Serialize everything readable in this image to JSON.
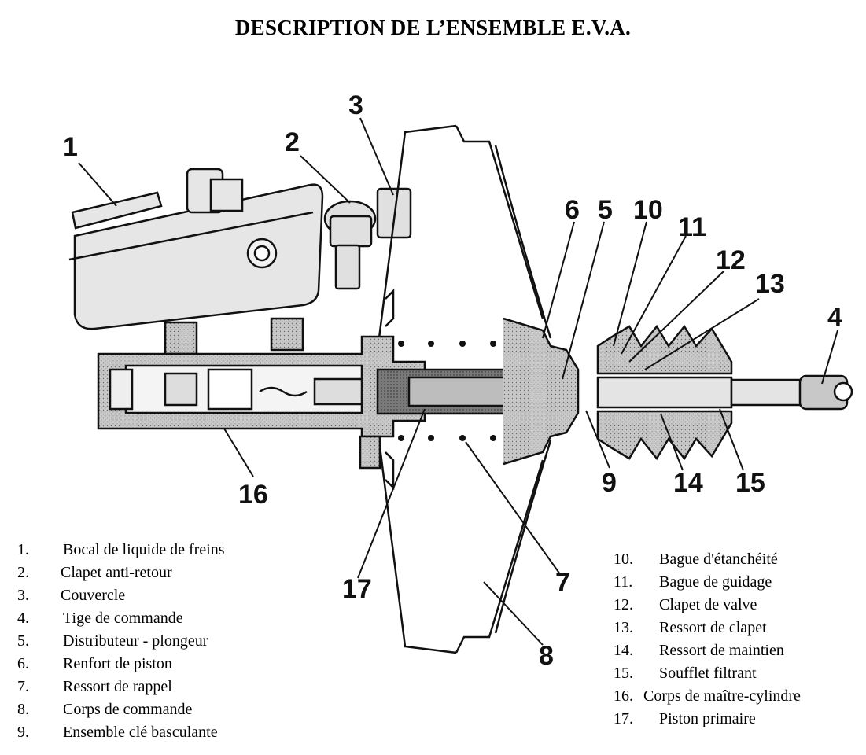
{
  "title": "DESCRIPTION DE L’ENSEMBLE E.V.A.",
  "callouts": [
    "1",
    "2",
    "3",
    "4",
    "5",
    "6",
    "7",
    "8",
    "9",
    "10",
    "11",
    "12",
    "13",
    "14",
    "15",
    "16",
    "17"
  ],
  "legend_left": [
    {
      "num": "1.",
      "text": "Bocal de liquide de freins"
    },
    {
      "num": "2.",
      "text": "Clapet anti-retour"
    },
    {
      "num": "3.",
      "text": "Couvercle"
    },
    {
      "num": "4.",
      "text": "Tige de commande"
    },
    {
      "num": "5.",
      "text": "Distributeur - plongeur"
    },
    {
      "num": "6.",
      "text": "Renfort de piston"
    },
    {
      "num": "7.",
      "text": "Ressort de rappel"
    },
    {
      "num": "8.",
      "text": "Corps de commande"
    },
    {
      "num": "9.",
      "text": "Ensemble clé basculante"
    }
  ],
  "legend_right": [
    {
      "num": "10.",
      "text": "Bague d'étanchéité"
    },
    {
      "num": "11.",
      "text": "Bague de guidage"
    },
    {
      "num": "12.",
      "text": "Clapet de valve"
    },
    {
      "num": "13.",
      "text": "Ressort de clapet"
    },
    {
      "num": "14.",
      "text": "Ressort de maintien"
    },
    {
      "num": "15.",
      "text": "Soufflet filtrant"
    },
    {
      "num": "16.",
      "text": "Corps de maître-cylindre"
    },
    {
      "num": "17.",
      "text": "Piston primaire"
    }
  ]
}
